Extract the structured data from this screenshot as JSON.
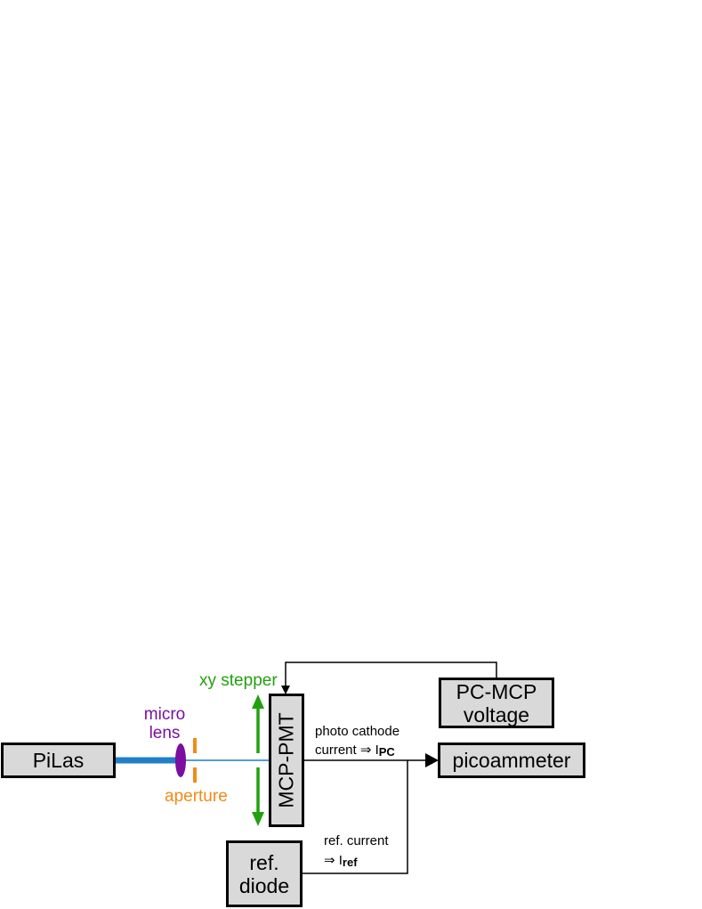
{
  "boxes": {
    "pilas": "PiLas",
    "mcp_pmt": "MCP-PMT",
    "pc_mcp_voltage_line1": "PC-MCP",
    "pc_mcp_voltage_line2": "voltage",
    "picoammeter": "picoammeter",
    "ref_diode_line1": "ref.",
    "ref_diode_line2": "diode"
  },
  "labels": {
    "micro_lens_line1": "micro",
    "micro_lens_line2": "lens",
    "aperture": "aperture",
    "xy_stepper": "xy stepper",
    "photo_cathode_line1": "photo cathode",
    "photo_cathode_line2_prefix": "current ⇒ I",
    "photo_cathode_sub": "PC",
    "ref_current_line1": "ref. current",
    "ref_current_line2_prefix": "⇒ I",
    "ref_current_sub": "ref"
  },
  "colors": {
    "laser_beam": "#1f7fc8",
    "micro_lens": "#7a0fa0",
    "aperture": "#f28a18",
    "xy_stepper": "#22a00f",
    "box_fill": "#d9d9d9"
  }
}
